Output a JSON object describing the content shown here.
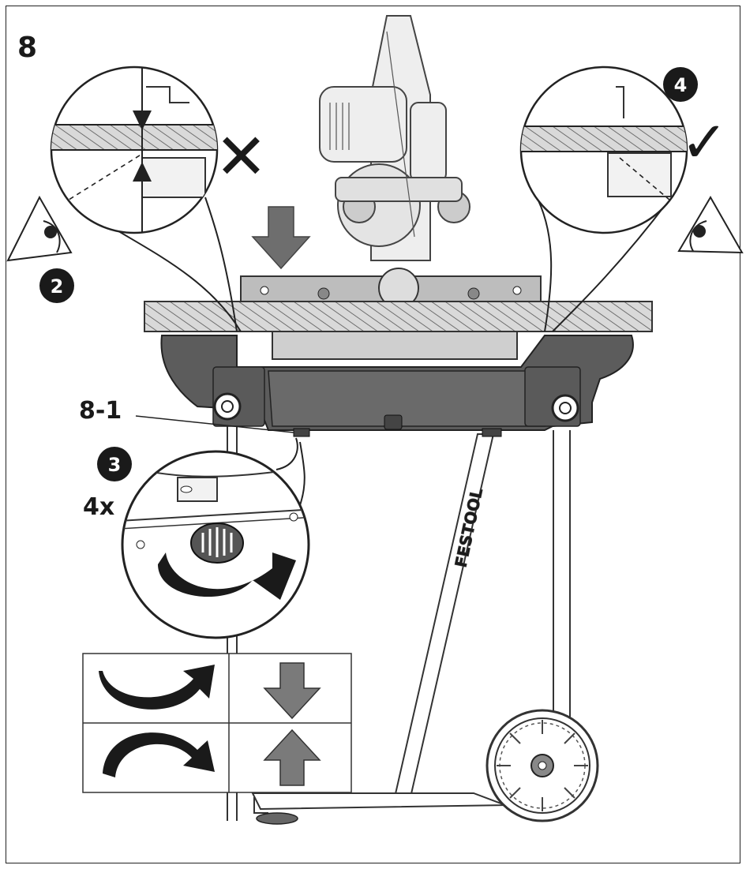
{
  "figure": {
    "number": "8",
    "part_callout": "8-1",
    "quantity": "4x",
    "brand": "FESTOOL"
  },
  "steps": [
    {
      "id": "2",
      "text": "2"
    },
    {
      "id": "3",
      "text": "3"
    },
    {
      "id": "4",
      "text": "4"
    }
  ],
  "marks": {
    "wrong": "✕",
    "right": "✓"
  },
  "colors": {
    "ink": "#1a1a1a",
    "machine_gray": "#5c5c5c",
    "light_gray": "#bdbdbd",
    "arrow_gray": "#7a7a7a"
  },
  "table_icons": [
    {
      "row": 1,
      "rotate": "clockwise-arrow-icon",
      "move": "down-arrow-icon"
    },
    {
      "row": 2,
      "rotate": "counterclockwise-arrow-icon",
      "move": "up-arrow-icon"
    }
  ]
}
